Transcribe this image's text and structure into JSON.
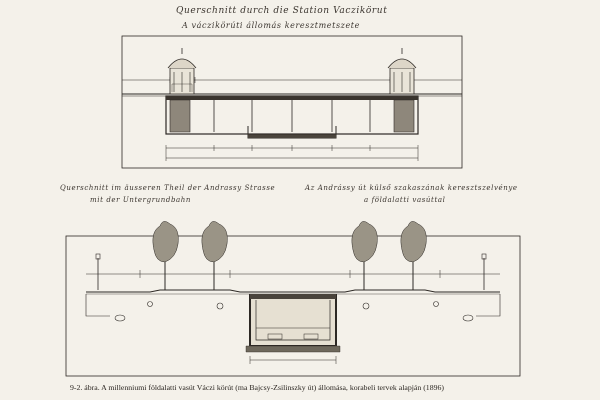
{
  "top_drawing": {
    "title_line1": "Querschnitt durch die Station Vaczikörut",
    "title_line2": "A váczikörúti állomás keresztmetszete"
  },
  "bottom_drawing": {
    "title_left_line1": "Querschnitt im äusseren Theil der Andrassy Strasse",
    "title_left_line2": "mit der Untergrundbahn",
    "title_right_line1": "Az Andrássy út külső szakaszának keresztszelvénye",
    "title_right_line2": "a földalatti vasúttal"
  },
  "caption": "9-2. ábra. A millenniumi földalatti vasút Váczi körút (ma Bajcsy-Zsilinszky út) állomása, korabeli tervek alapján (1896)"
}
